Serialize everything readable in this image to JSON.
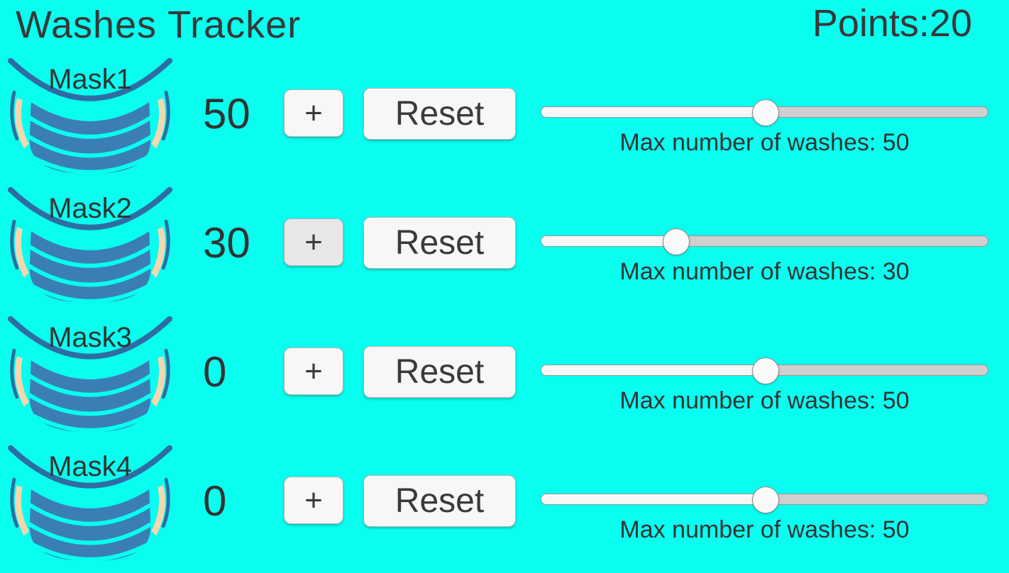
{
  "header": {
    "title": "Washes Tracker",
    "points_label": "Points:",
    "points_value": "20"
  },
  "colors": {
    "background": "#08FFF0",
    "text": "#383838",
    "mask_body": "#3B7EB5",
    "mask_edge": "#2E6DA4",
    "mask_strap": "#F5D7AE",
    "button_background": "#F7F7F7",
    "button_pressed_background": "#E7E7E7",
    "slider_track": "#CFCFCF",
    "slider_fill": "#F7F7F7"
  },
  "masks": [
    {
      "name": "Mask1",
      "count": "50",
      "plus_label": "+",
      "reset_label": "Reset",
      "slider_percent": 50,
      "max_label": "Max number of washes: 50",
      "plus_pressed": false
    },
    {
      "name": "Mask2",
      "count": "30",
      "plus_label": "+",
      "reset_label": "Reset",
      "slider_percent": 30,
      "max_label": "Max number of washes: 30",
      "plus_pressed": true
    },
    {
      "name": "Mask3",
      "count": "0",
      "plus_label": "+",
      "reset_label": "Reset",
      "slider_percent": 50,
      "max_label": "Max number of washes: 50",
      "plus_pressed": false
    },
    {
      "name": "Mask4",
      "count": "0",
      "plus_label": "+",
      "reset_label": "Reset",
      "slider_percent": 50,
      "max_label": "Max number of washes: 50",
      "plus_pressed": false
    }
  ]
}
